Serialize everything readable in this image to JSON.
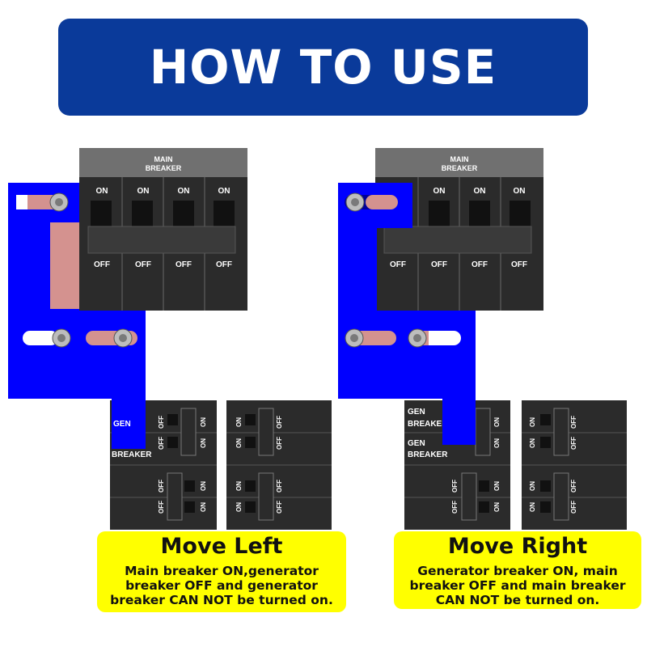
{
  "header": {
    "title": "HOW TO USE"
  },
  "panels": [
    {
      "id": "left",
      "main_breaker_label": [
        "MAIN",
        "BREAKER"
      ],
      "on_label": "ON",
      "off_label": "OFF",
      "gen_breaker_label": [
        "GEN",
        "BREAKER"
      ],
      "callout": {
        "title": "Move Left",
        "text": "Main breaker ON,generator breaker OFF and generator breaker CAN NOT be turned on."
      }
    },
    {
      "id": "right",
      "main_breaker_label": [
        "MAIN",
        "BREAKER"
      ],
      "on_label": "ON",
      "off_label": "OFF",
      "gen_breaker_label": [
        "GEN",
        "BREAKER"
      ],
      "callout": {
        "title": "Move Right",
        "text": "Generator breaker ON, main breaker OFF and main breaker CAN NOT be turned on."
      }
    }
  ],
  "colors": {
    "banner": "#0a3a9a",
    "interlock_plate": "#0000ff",
    "slot": "#d4928f",
    "breaker_body": "#2b2b2b",
    "callout": "#ffff00"
  }
}
